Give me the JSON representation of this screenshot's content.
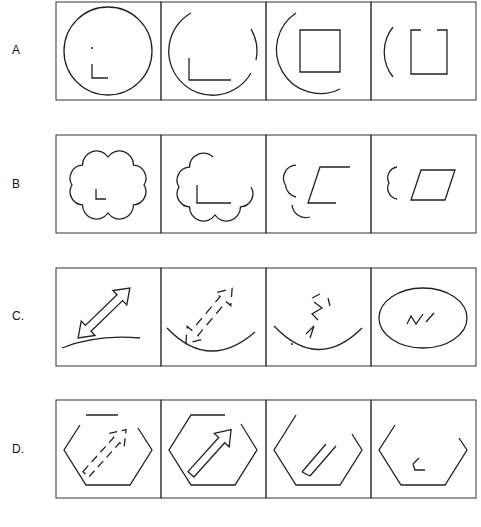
{
  "diagram": {
    "labels": [
      "A",
      "B",
      "C.",
      "D."
    ]
  }
}
